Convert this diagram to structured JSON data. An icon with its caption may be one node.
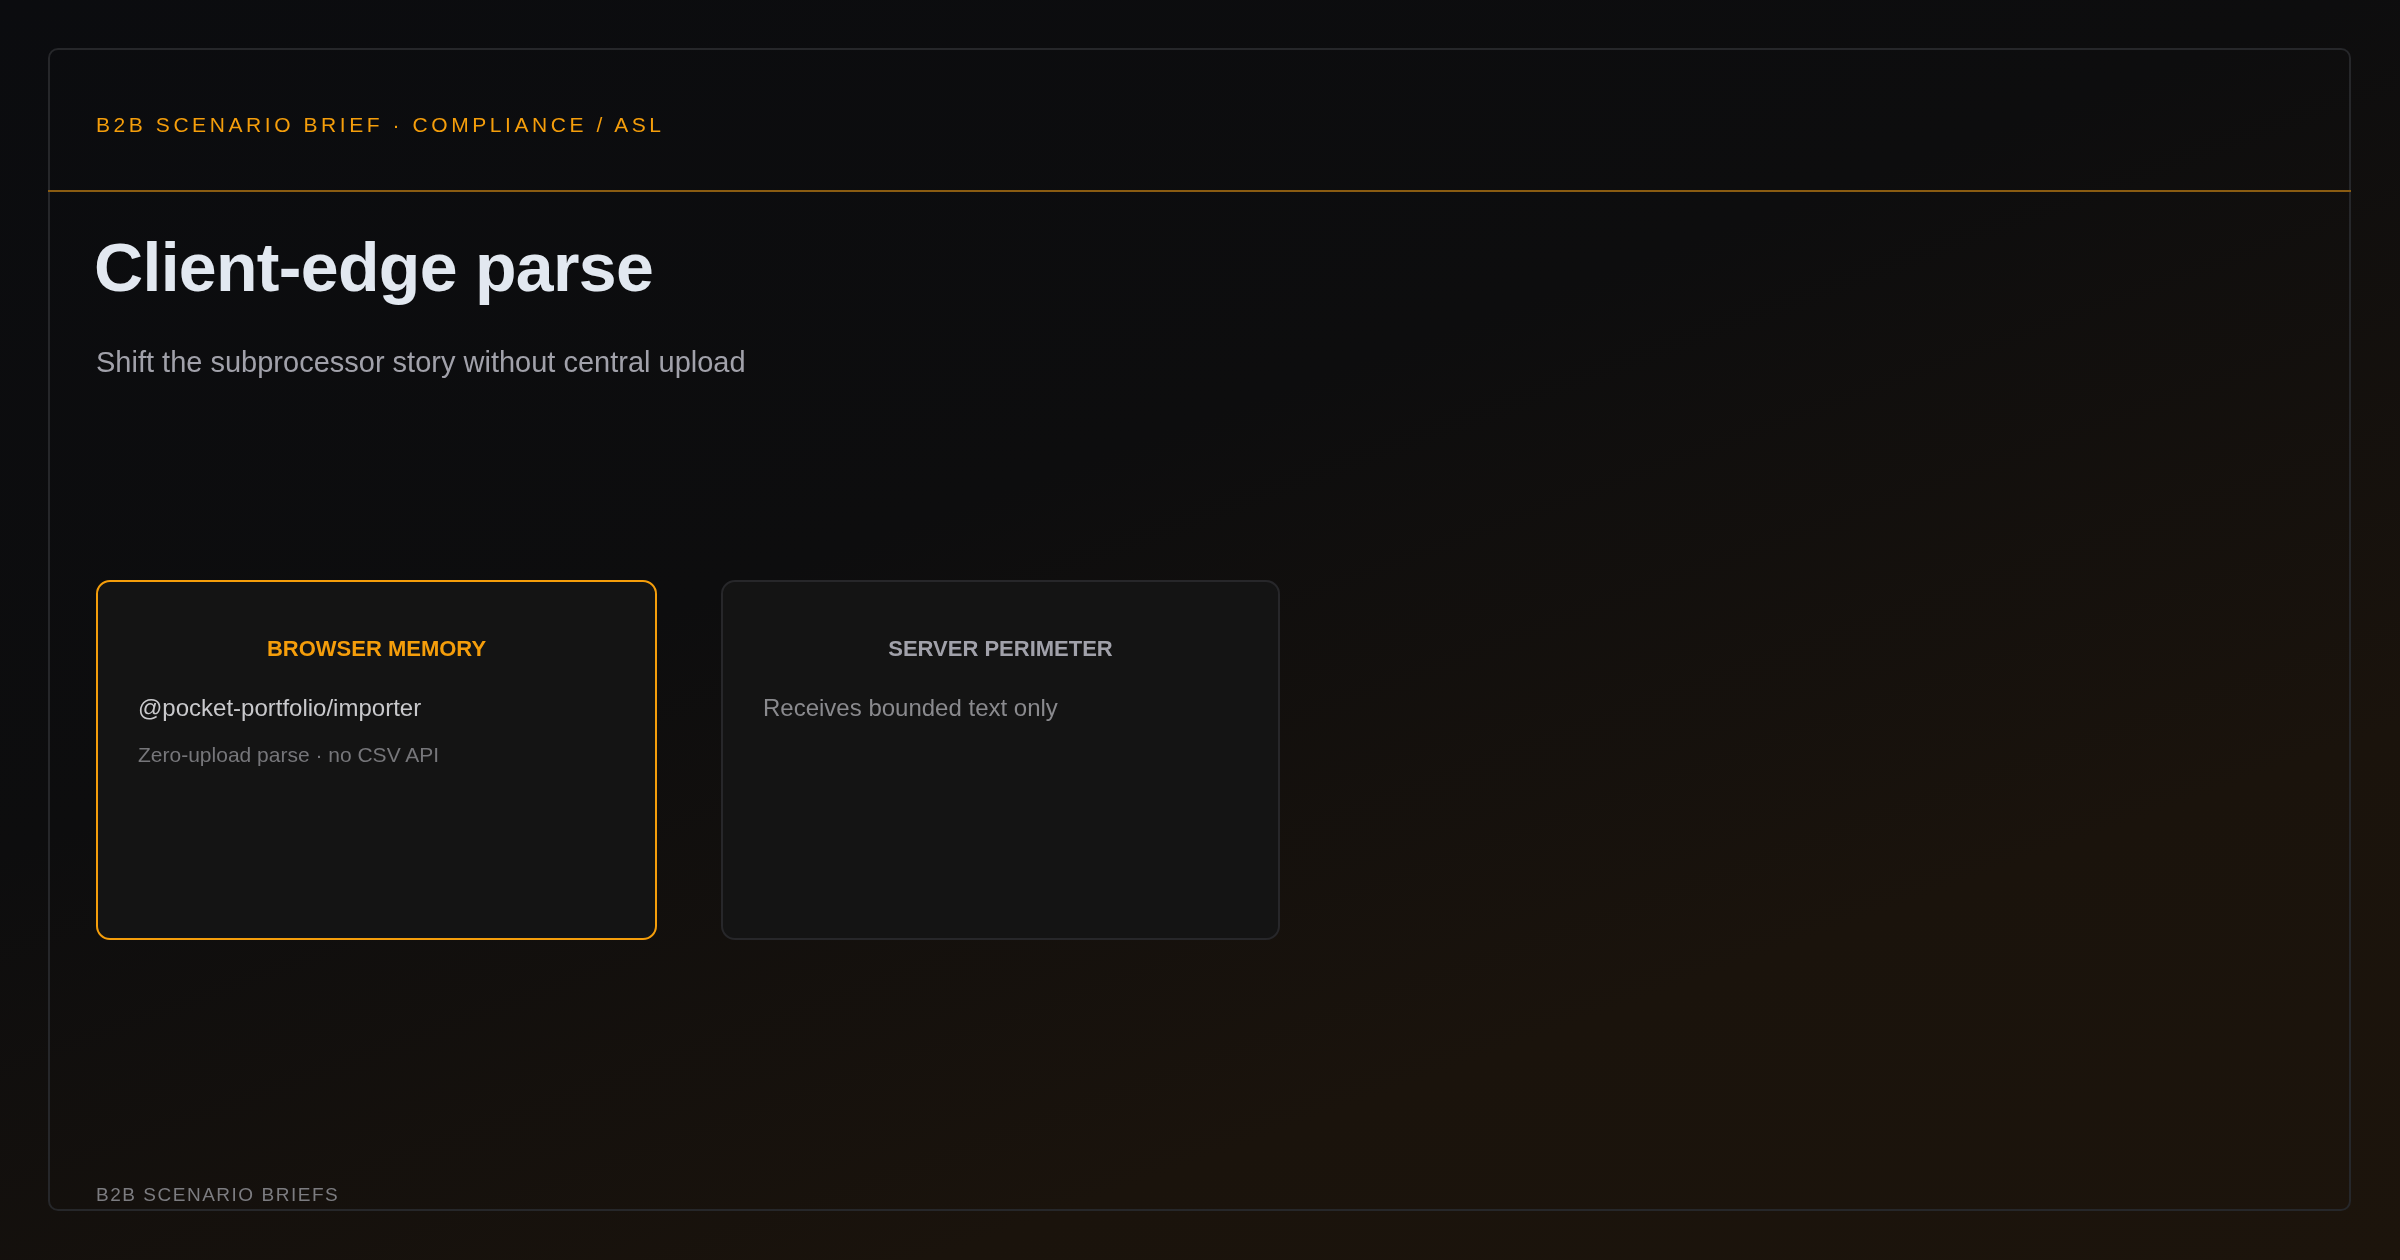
{
  "diagram": {
    "title": "Client-edge parse",
    "nodes": [
      {
        "text": [
          "BROWSER MEMORY",
          "@pocket-portfolio/importer",
          "Zero-upload parse · no CSV API"
        ]
      },
      {
        "text": [
          "SERVER PERIMETER",
          "Receives bounded text only"
        ]
      }
    ],
    "labels": [
      "B2B SCENARIO BRIEF · COMPLIANCE / ASL",
      "Shift the subprocessor story without central upload",
      "B2B SCENARIO BRIEFS"
    ]
  }
}
